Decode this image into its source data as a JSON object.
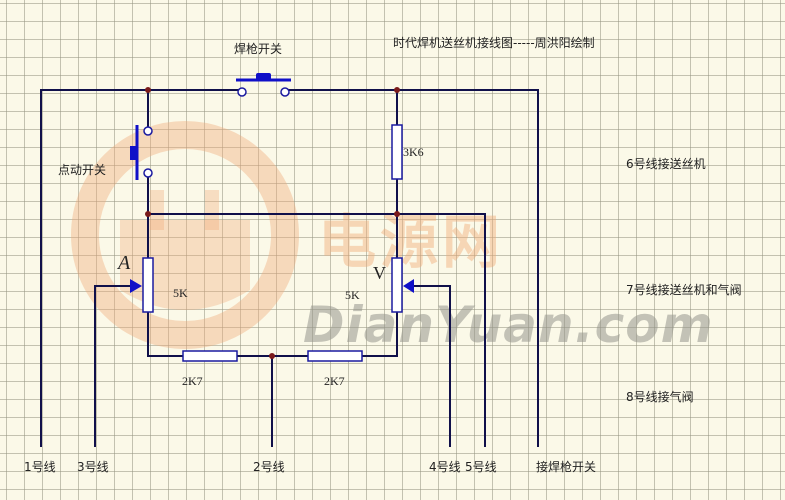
{
  "title": "时代焊机送丝机接线图-----周洪阳绘制",
  "watermark": {
    "chinese": "电源网",
    "english": "DianYuan.com"
  },
  "switches": {
    "torch_switch": "焊枪开关",
    "jog_switch": "点动开关"
  },
  "components": {
    "r_top": "3K6",
    "pot_left": "5K",
    "pot_left_marker": "A",
    "pot_right": "5K",
    "pot_right_marker": "V",
    "r_bottom_left": "2K7",
    "r_bottom_right": "2K7"
  },
  "wire_labels": [
    {
      "id": "w1",
      "text": "1号线"
    },
    {
      "id": "w3",
      "text": "3号线"
    },
    {
      "id": "w2",
      "text": "2号线"
    },
    {
      "id": "w4",
      "text": "4号线"
    },
    {
      "id": "w5",
      "text": "5号线"
    },
    {
      "id": "torch",
      "text": "接焊枪开关"
    }
  ],
  "notes": [
    "6号线接送丝机",
    "7号线接送丝机和气阀",
    "8号线接气阀"
  ],
  "colors": {
    "wire": "#10104a",
    "component": "#1a1aa0",
    "switch_bar": "#1010c8",
    "junction": "#7a1a1a",
    "grid": "#a8a890",
    "paper": "#fbf9e8",
    "watermark_orange": "#f0aa78",
    "watermark_gray": "#96968c"
  }
}
